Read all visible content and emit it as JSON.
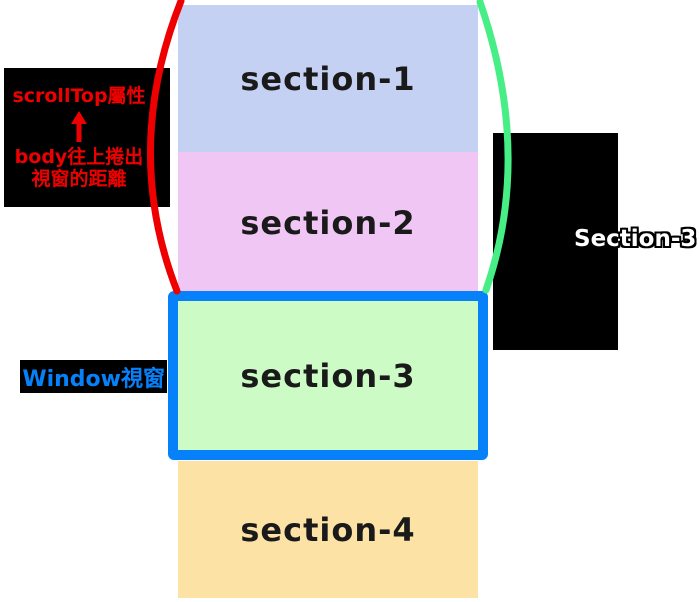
{
  "page": {
    "background": "#ffffff"
  },
  "sections": [
    {
      "label": "section-1",
      "bg": "#c4d1f3"
    },
    {
      "label": "section-2",
      "bg": "#f0c7f4"
    },
    {
      "label": "section-3",
      "bg": "#cdfbc6"
    },
    {
      "label": "section-4",
      "bg": "#fce2a4"
    }
  ],
  "viewport_box": {
    "border_color": "#0781fa"
  },
  "scrolltop_callout": {
    "bg": "#000000",
    "text_color": "#ee0000",
    "title": "scrollTop屬性",
    "desc_line1": "body往上捲出",
    "desc_line2": "視窗的距離",
    "arrow_icon": "up-arrow"
  },
  "window_callout": {
    "bg": "#000000",
    "text_color": "#0781fa",
    "label": "Window視窗"
  },
  "section3_callout": {
    "bg": "#000000",
    "label": "Section-3",
    "text_color": "#ffffff",
    "outline_color": "#000000"
  },
  "annotations": {
    "scroll_arc_color": "#ee0000",
    "offset_arc_color": "#47ed85"
  }
}
